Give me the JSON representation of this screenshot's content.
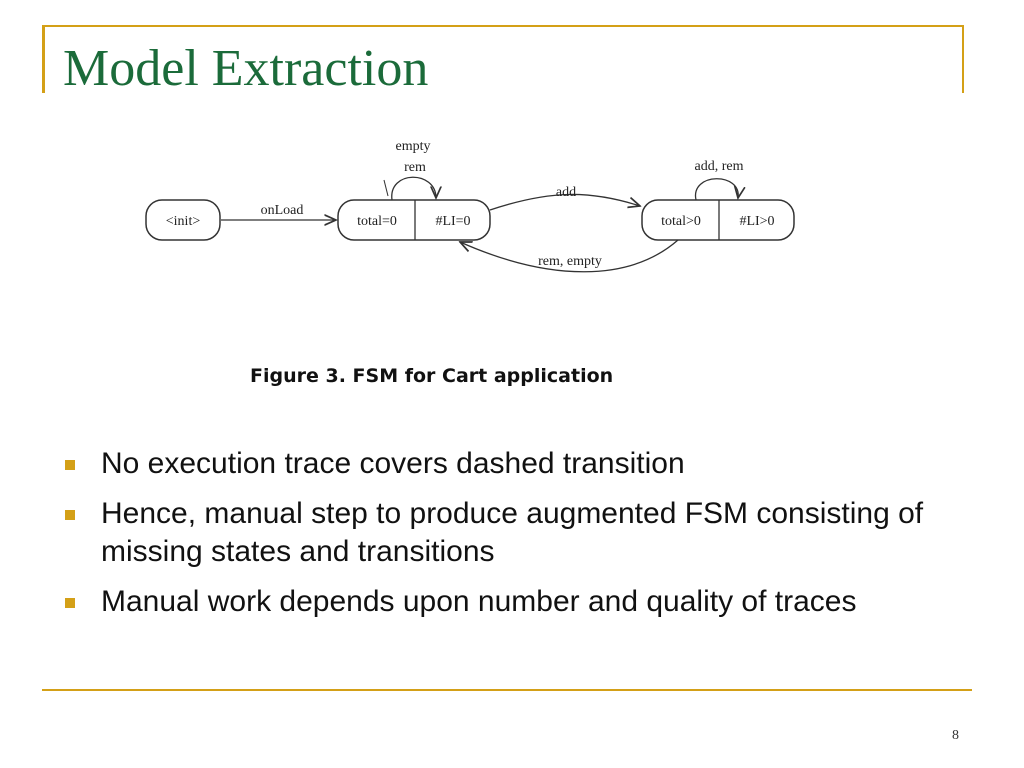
{
  "slide": {
    "title": "Model Extraction",
    "page_number": "8"
  },
  "figure": {
    "caption": "Figure 3. FSM for Cart application",
    "states": {
      "init": "<init>",
      "s1_left": "total=0",
      "s1_right": "#LI=0",
      "s2_left": "total>0",
      "s2_right": "#LI>0"
    },
    "transitions": {
      "onload": "onLoad",
      "self_loop_s1_top": "empty",
      "self_loop_s1_bottom": "rem",
      "add": "add",
      "self_loop_s2": "add, rem",
      "back": "rem, empty"
    }
  },
  "bullets": [
    "No execution trace covers dashed transition",
    "Hence, manual step to produce augmented FSM consisting of missing states and transitions",
    "Manual work depends upon number and quality of traces"
  ],
  "colors": {
    "accent": "#d4a017",
    "title": "#1b6b3a"
  }
}
